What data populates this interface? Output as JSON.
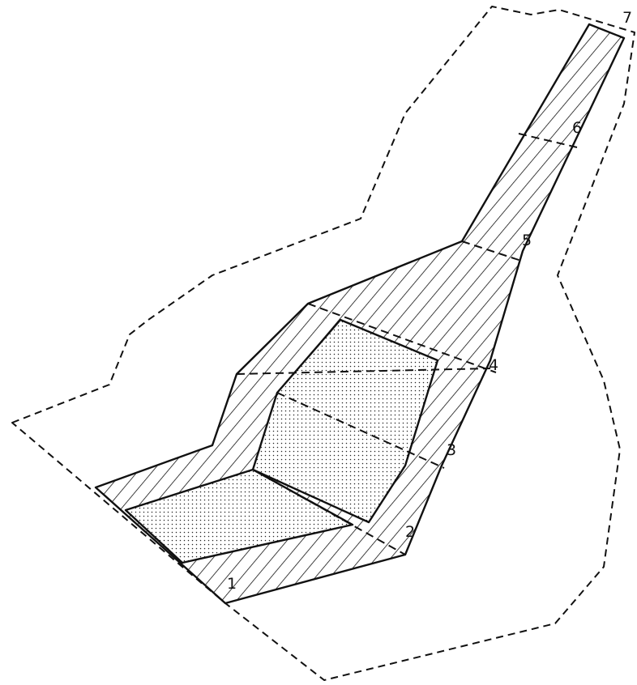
{
  "diagram": {
    "section_labels": [
      {
        "id": "1",
        "text": "1"
      },
      {
        "id": "2",
        "text": "2"
      },
      {
        "id": "3",
        "text": "3"
      },
      {
        "id": "4",
        "text": "4"
      },
      {
        "id": "5",
        "text": "5"
      },
      {
        "id": "6",
        "text": "6"
      },
      {
        "id": "7",
        "text": "7"
      }
    ],
    "colors": {
      "line": "#111111",
      "background": "#ffffff"
    },
    "fill_patterns": [
      "diagonal-hatch",
      "dot-stipple"
    ]
  }
}
